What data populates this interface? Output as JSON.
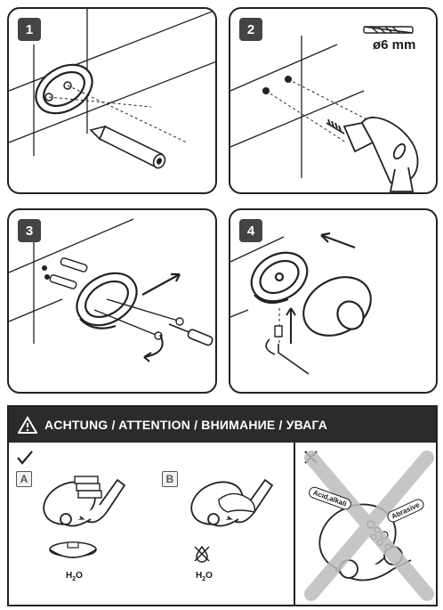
{
  "steps": [
    {
      "number": "1"
    },
    {
      "number": "2"
    },
    {
      "number": "3"
    },
    {
      "number": "4"
    }
  ],
  "drill": {
    "diameter_label": "ø6 mm"
  },
  "warning": {
    "icon": "warning-triangle-icon",
    "title": "ACHTUNG / ATTENTION / ВНИМАНИЕ / УВАГА",
    "do_icon": "check-icon",
    "dont_icon": "cross-icon",
    "option_a": "A",
    "option_b": "B",
    "water_label_a": "H",
    "water_sub_a": "2",
    "water_tail_a": "O",
    "water_label_b": "H",
    "water_sub_b": "2",
    "water_tail_b": "O",
    "tag_acid": "Acid,alkali",
    "tag_abrasive": "Abrasive"
  },
  "colors": {
    "header_bg": "#2b2b2b",
    "badge_bg": "#444444",
    "forbid_cross": "#bdbdbd"
  }
}
